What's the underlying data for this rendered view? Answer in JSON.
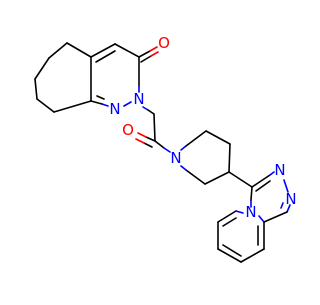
{
  "atoms": {
    "o1": "O",
    "o2": "O",
    "n1": "N",
    "n2": "N",
    "n3": "N",
    "n4": "N",
    "n5": "N",
    "n6": "N"
  },
  "colors": {
    "bond": "#000000",
    "nitrogen": "#0000ff",
    "oxygen": "#ff0000",
    "background": "#ffffff"
  }
}
